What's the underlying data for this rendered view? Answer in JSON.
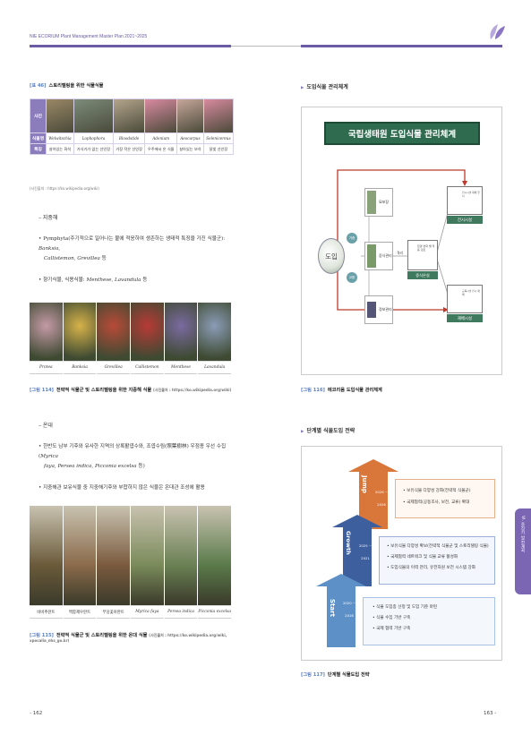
{
  "header": {
    "left_title": "NIE ECORIUM Plant Management Master Plan 2021~2025"
  },
  "left": {
    "table": {
      "caption_num": "[표 46]",
      "caption_text": "스토리텔링을 위한 식물식물",
      "row_headers": [
        "사진",
        "식물명",
        "특징"
      ],
      "names": [
        "Welwitschia",
        "Lophophora",
        "Bloodstide",
        "Adenium",
        "Aeocarpus",
        "Selenicereus"
      ],
      "features": [
        "살아있는 화석",
        "거식기가 없는 선인장",
        "거장 작은 선인장",
        "우주에서 온 식물",
        "살아있는 보석",
        "달빛 선인장"
      ],
      "photo_colors": [
        "#9a8866",
        "#7c8c7a",
        "#b4a58c",
        "#d98aa0",
        "#c6a69a",
        "#d88a9e"
      ],
      "source": "(사진출처 : https://ko.wikipedia.org/wiki)"
    },
    "section1": {
      "heading": "– 지중해",
      "bullet1_a": "• Pymphyta(주기적으로 일어나는 불에 적응하여 생존하는 생태적 특징을 가진 식물군): ",
      "bullet1_b": "Banksia,",
      "bullet1_c": "Callistemon, Grevillea",
      "bullet1_d": " 등",
      "bullet2_a": "• 향기식물, 식용식물: ",
      "bullet2_b": "Menthese, Lavandula",
      "bullet2_c": " 등"
    },
    "strip1": {
      "labels": [
        "Protea",
        "Banksia",
        "Grevillea",
        "Callistemon",
        "Menthese",
        "Lavandula"
      ],
      "colors": [
        "#c49aa6",
        "#d6b24a",
        "#b84a38",
        "#b83a36",
        "#7a6aa0",
        "#8b9cb6"
      ],
      "caption_num": "[그림 114]",
      "caption_text": "전략적 식물군 및 스토리텔링을 위한 지중해 식물",
      "caption_source": "(사진출처 : https://ko.wikipedia.org/wiki)"
    },
    "section2": {
      "heading": "– 온대",
      "bullet1_a": "• 한반도 남부 기후와 유사한 지역의 상록활엽수와, 조엽수림(照葉樹林) 우점종 우선 수집(",
      "bullet1_b": "Myrica",
      "bullet1_c": "faya, Persea indica, Picconia excelsa",
      "bullet1_d": " 등)",
      "bullet2": "• 지중해관 보유식물 중 지중해기후와 부합하지 않은 식물은 온대관 조성에 활용"
    },
    "strip2": {
      "labels": [
        "비비추란트",
        "백합제우란트",
        "무당꽃야란트",
        "Myrica faya",
        "Persea indica",
        "Picconia excelsa"
      ],
      "colors": [
        "#6a5a3a",
        "#8a6a4a",
        "#7a5a3e",
        "#7a8a5a",
        "#6a8054",
        "#5a7a4a"
      ],
      "caption_num": "[그림 115]",
      "caption_text": "전략적 식물군 및 스토리텔링을 위한 온대 식물",
      "caption_source": "(사진출처 : https://ko.wikipedia.org/wiki, xpocalia_nhs_go.kr)"
    },
    "page_number": "- 162"
  },
  "right": {
    "section1_heading": "도입식물 관리체계",
    "diagram": {
      "title": "국립생태원 도입식물 관리체계",
      "intro_label": "도입",
      "side_top": "기증",
      "side_bottom": "교환",
      "box1": "묘포장",
      "box2": "증식관리",
      "box3": "정보관리",
      "mid_label": "격리",
      "center_box": "중식온실",
      "center_sub": "환경 변화 별 적응 검토",
      "right_top": "전시시설",
      "right_top_sub": "전시시설 재배 유지",
      "right_bottom": "재배시설",
      "right_bottom_sub": "교육시설 전시 재배",
      "caption_num": "[그림 116]",
      "caption_text": "에코리움 도입식물 관리체계"
    },
    "section2_heading": "단계별 식물도입 전략",
    "strategy": {
      "stages": [
        {
          "name": "Jump",
          "years": "2026 ~ 2026",
          "items": [
            "• 보유식물 다양성 강화(전략적 식물군)",
            "• 국제협력(공동조사, 보전, 교류) 확대"
          ]
        },
        {
          "name": "Growth",
          "years": "2025 ~ 2021",
          "items": [
            "• 보유식물 다양성 확보(전략적 식물군 및 스토리텔링 식물)",
            "• 국제협력 네트워크 및 식물 교류 활성화",
            "• 도입식물의 이력 관리, 유전자원 보전 시스템 강화"
          ]
        },
        {
          "name": "Start",
          "years": "2020 ~ 2016",
          "items": [
            "• 식물 도입종 선정 및 도입 기준 마련",
            "• 식물 수집 기반 구축",
            "• 국제 협력 기반 구축"
          ]
        }
      ],
      "colors": [
        "#d9763a",
        "#3d5f9e",
        "#5e90c8"
      ],
      "caption_num": "[그림 117]",
      "caption_text": "단계별 식물도입 전략"
    },
    "side_tab": "VI. 중장기 발전계획",
    "page_number": "163 -"
  }
}
